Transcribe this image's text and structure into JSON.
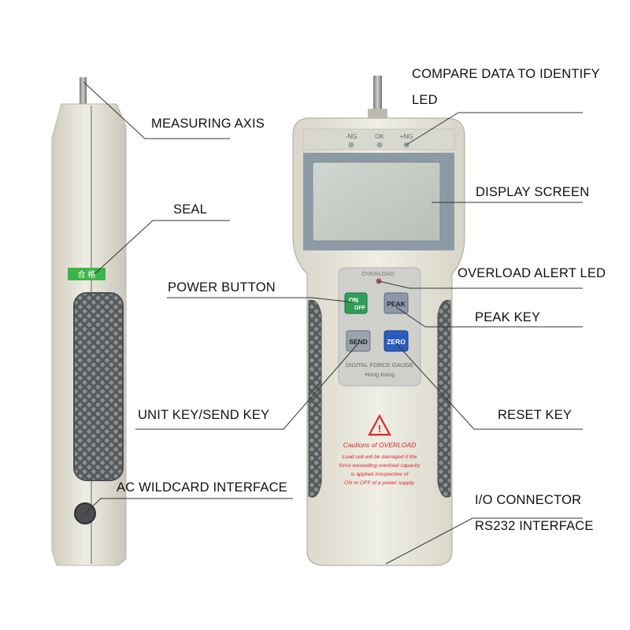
{
  "callouts": {
    "measuring_axis": "MEASURING AXIS",
    "seal": "SEAL",
    "power_button": "POWER BUTTON",
    "unit_send_key": "UNIT KEY/SEND KEY",
    "ac_wildcard_interface": "AC WILDCARD INTERFACE",
    "compare_data": "COMPARE DATA TO IDENTIFY",
    "led": "LED",
    "display_screen": "DISPLAY SCREEN",
    "overload_alert_led": "OVERLOAD ALERT LED",
    "peak_key": "PEAK KEY",
    "reset_key": "RESET KEY",
    "io_connector": "I/O CONNECTOR",
    "rs232_interface": "RS232 INTERFACE"
  },
  "device": {
    "led_labels": [
      "-NG",
      "OK",
      "+NG"
    ],
    "overload_panel_label": "OVERLOAD",
    "keys": {
      "on_off": [
        "ON",
        "OFF"
      ],
      "peak": "PEAK",
      "send": "SEND",
      "zero": "ZERO"
    },
    "model_text": "DIGITAL FORCE GAUGE",
    "origin_text": "Hong Kong",
    "caution": {
      "title": "Cautions of OVERLOAD",
      "lines": [
        "Load cell will be damaged if the",
        "force exceeding overload capacity",
        "is applied irrespective of",
        "ON or OFF of a power supply."
      ]
    },
    "seal_text": "合 格"
  },
  "colors": {
    "body": "#e7e5d9",
    "grip": "#5f6366",
    "screen": "#c9cec8",
    "key_on": "#2f9e57",
    "key_peak": "#8c98a8",
    "key_send": "#9aa3ae",
    "key_zero": "#2a5bbf",
    "caution_red": "#d9262c",
    "seal_green": "#3db34a"
  }
}
